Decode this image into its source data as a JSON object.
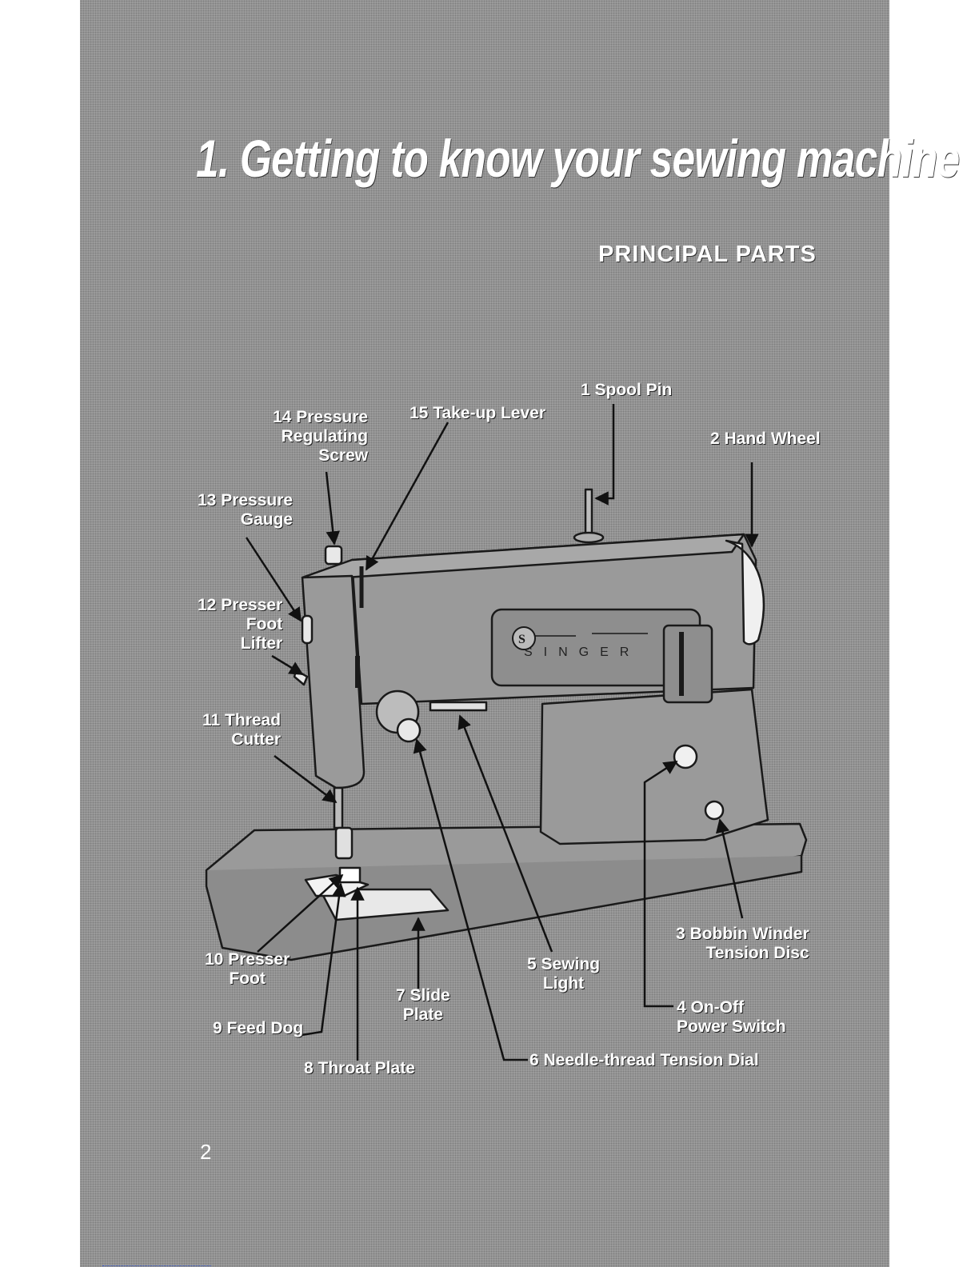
{
  "title": "1. Getting to know your sewing machine",
  "subtitle": "PRINCIPAL PARTS",
  "page_number": "2",
  "brand": "SINGER",
  "brand_badge": "S",
  "parts": [
    {
      "id": "spool-pin",
      "lines": [
        "1 Spool Pin"
      ]
    },
    {
      "id": "hand-wheel",
      "lines": [
        "2 Hand Wheel"
      ]
    },
    {
      "id": "bobbin-winder-tension-disc",
      "lines": [
        "3 Bobbin Winder",
        "Tension Disc"
      ]
    },
    {
      "id": "on-off-power-switch",
      "lines": [
        "4 On-Off",
        "Power Switch"
      ]
    },
    {
      "id": "sewing-light",
      "lines": [
        "5 Sewing",
        "Light"
      ]
    },
    {
      "id": "needle-thread-tension-dial",
      "lines": [
        "6 Needle-thread Tension Dial"
      ]
    },
    {
      "id": "slide-plate",
      "lines": [
        "7 Slide",
        "Plate"
      ]
    },
    {
      "id": "throat-plate",
      "lines": [
        "8 Throat Plate"
      ]
    },
    {
      "id": "feed-dog",
      "lines": [
        "9 Feed Dog"
      ]
    },
    {
      "id": "presser-foot",
      "lines": [
        "10 Presser",
        "Foot"
      ]
    },
    {
      "id": "thread-cutter",
      "lines": [
        "11 Thread",
        "Cutter"
      ]
    },
    {
      "id": "presser-foot-lifter",
      "lines": [
        "12 Presser",
        "Foot",
        "Lifter"
      ]
    },
    {
      "id": "pressure-gauge",
      "lines": [
        "13 Pressure",
        "Gauge"
      ]
    },
    {
      "id": "pressure-regulating-screw",
      "lines": [
        "14 Pressure",
        "Regulating",
        "Screw"
      ]
    },
    {
      "id": "take-up-lever",
      "lines": [
        "15 Take-up Lever"
      ]
    }
  ]
}
